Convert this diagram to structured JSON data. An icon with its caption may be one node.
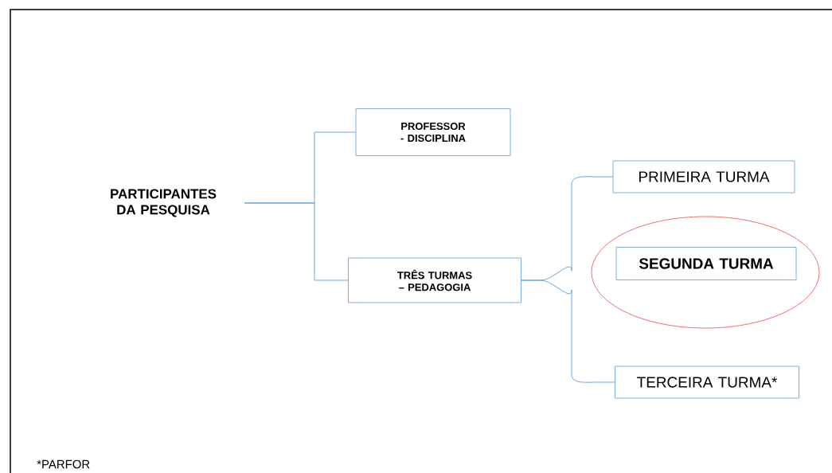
{
  "diagram": {
    "nodes": [
      {
        "text": [
          "PARTICIPANTES DA PESQUISA"
        ]
      },
      {
        "text": [
          "PROFESSOR - DISCIPLINA"
        ]
      },
      {
        "text": [
          "TRÊS TURMAS – PEDAGOGIA"
        ]
      },
      {
        "text": [
          "PRIMEIRA TURMA"
        ]
      },
      {
        "text": [],
        "shape": "circle"
      },
      {
        "text": [
          "SEGUNDA TURMA"
        ],
        "in": 4
      },
      {
        "text": [
          "TERCEIRA TURMA*"
        ]
      }
    ],
    "edges": [
      {
        "from": 0,
        "to": 1,
        "arrow": "none"
      },
      {
        "from": 0,
        "to": 2,
        "arrow": "none"
      },
      {
        "from": 2,
        "to": 3,
        "arrow": "none"
      },
      {
        "from": 2,
        "to": 6,
        "arrow": "none"
      }
    ],
    "labels": [
      "*PARFOR"
    ]
  }
}
